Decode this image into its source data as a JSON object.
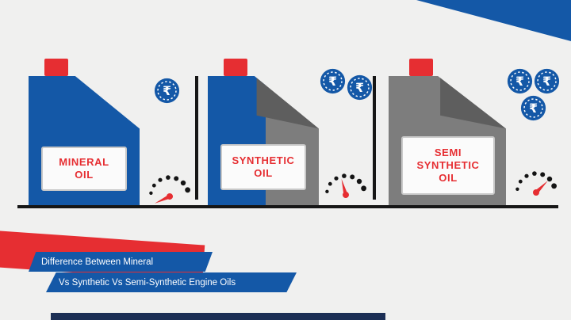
{
  "banner": {
    "line1": "Difference Between Mineral",
    "line2": "Vs Synthetic Vs Semi-Synthetic Engine Oils"
  },
  "currency_symbol": "₹",
  "colors": {
    "blue": "#1458a7",
    "red": "#e62e32",
    "gray": "#7d7d7d",
    "fold_gray": "#5e5e5e",
    "navy": "#1c2f55",
    "line_black": "#161616",
    "label_text_red": "#e62e32",
    "background": "#f0f0ef"
  },
  "sections": [
    {
      "id": "mineral",
      "label_lines": [
        "MINERAL",
        "OIL"
      ],
      "coin_count": 1,
      "gauge_rotation": -115
    },
    {
      "id": "synthetic",
      "label_lines": [
        "SYNTHETIC",
        "OIL"
      ],
      "coin_count": 2,
      "gauge_rotation": -15
    },
    {
      "id": "semi-synthetic",
      "label_lines": [
        "SEMI",
        "SYNTHETIC",
        "OIL"
      ],
      "coin_count": 3,
      "gauge_rotation": 45
    }
  ]
}
